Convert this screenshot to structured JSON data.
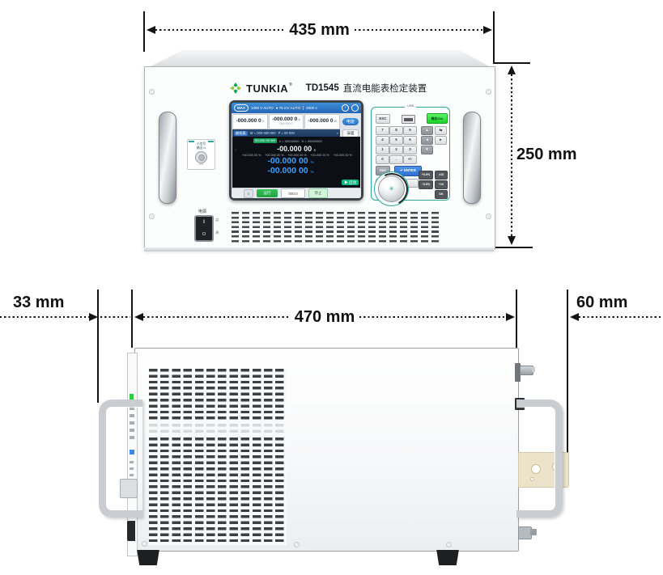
{
  "colors": {
    "accent_teal": "#2aa79b",
    "screen_blue": "#2e7fd0",
    "key_green": "#35e23f",
    "value_blue": "#3aa0ff",
    "start_green": "#10b981"
  },
  "dims": {
    "front_width": "435 mm",
    "front_height": "250 mm",
    "side_front": "33 mm",
    "side_depth": "470 mm",
    "side_rear": "60 mm"
  },
  "brand": {
    "name": "TUNKIA",
    "reg": "®",
    "model": "TD1545",
    "product": "直流电能表检定装置"
  },
  "aux": {
    "l1": "小信号",
    "l2": "输出 Iv",
    "cap": "OUT"
  },
  "power": {
    "label": "电源",
    "on_sym": "I",
    "off_sym": "O",
    "on": "开",
    "off": "关"
  },
  "screen": {
    "hdr": {
      "badge": "MAX",
      "r1": "1000 V AUTO",
      "r2": "● 75 mV AUTO",
      "r3": "2000 s",
      "i": "i"
    },
    "read1": "-000.000 0",
    "u1": "V",
    "read2": "-000.000 0",
    "u2": "A",
    "sub2": "000.000 0",
    "read3": "-000.000 0",
    "u3": "W",
    "btn1": "电能",
    "btn2": "误差",
    "st_tag": "被检表",
    "st_v1": "W = 000 000 000",
    "st_v2": "P = 00 000",
    "st_icon": "⌕",
    "badge": "00.000 00 Wh",
    "tiny1": "n = 00000000",
    "tiny2": "N = 00000000",
    "lab_y": "Y",
    "big": "-00.000 00",
    "big_u": "s",
    "sv0": "+00.000 00 %",
    "sv1": "+00.000 00 %",
    "sv2": "+00.000 00 %",
    "sv3": "+00.000 00 %",
    "sv4": "+00.000 00 %",
    "blue1": "-00.000 00",
    "blue1_u": "%",
    "blue2": "-00.000 00",
    "blue2_u": "%",
    "start": "▶ 启动",
    "bb1": "≡",
    "bb2": "运行",
    "bb3": "000.0",
    "bb4": "停止"
  },
  "keypad": {
    "top": "USB",
    "esc": "ESC",
    "out": "输出/On",
    "d7": "7",
    "d8": "8",
    "d9": "9",
    "d4": "4",
    "d5": "5",
    "d6": "6",
    "d1": "1",
    "d2": "2",
    "d3": "3",
    "d0": "0",
    "dot": ".",
    "pm": "+/-",
    "up": "▲",
    "tab": "⇆",
    "left": "◄",
    "right": "►",
    "down": "▼",
    "ref": "REF",
    "enter": "↵ ENTER",
    "f1": "+0.5%",
    "f2": "×10",
    "f3": "−0.5%",
    "f4": "÷10",
    "f5": "OK"
  }
}
